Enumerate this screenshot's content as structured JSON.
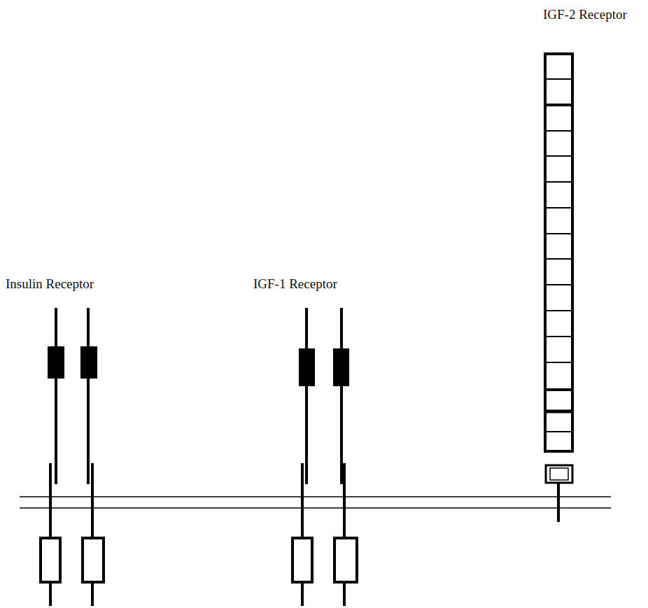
{
  "diagram": {
    "labels": [
      "Insulin Receptor",
      "IGF-1 Receptor",
      "IGF-2 Receptor"
    ]
  }
}
